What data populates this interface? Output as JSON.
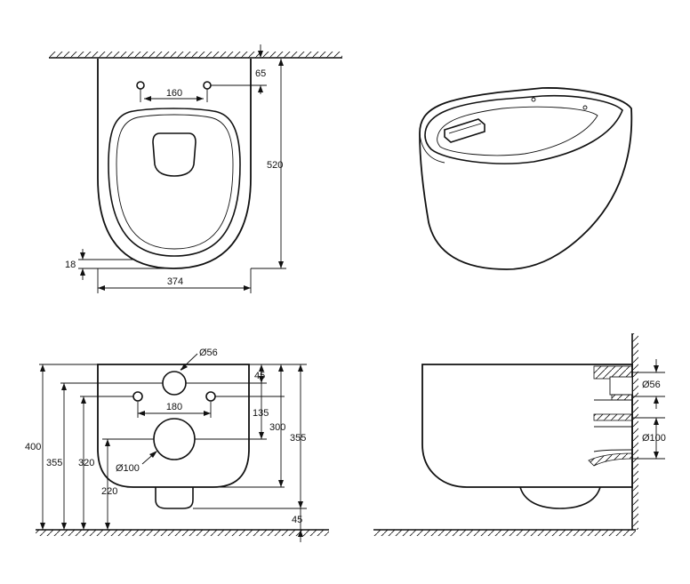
{
  "top_view": {
    "dim_top_offset": "65",
    "dim_hole_spacing": "160",
    "dim_length": "520",
    "dim_bottom_offset": "18",
    "dim_width": "374"
  },
  "back_view": {
    "dim_inlet_diameter": "Ø56",
    "dim_inlet_offset": "45",
    "dim_bolt_spacing": "180",
    "dim_outlet_offset": "135",
    "dim_bolt_height": "300",
    "dim_inlet_height": "355",
    "dim_total_height": "400",
    "dim_outlet_height_left": "355",
    "dim_mid_height": "320",
    "dim_outlet_diameter": "Ø100",
    "dim_base_height": "220",
    "dim_bottom_gap": "45"
  },
  "side_view": {
    "dim_inlet_diameter": "Ø56",
    "dim_outlet_diameter": "Ø100"
  }
}
